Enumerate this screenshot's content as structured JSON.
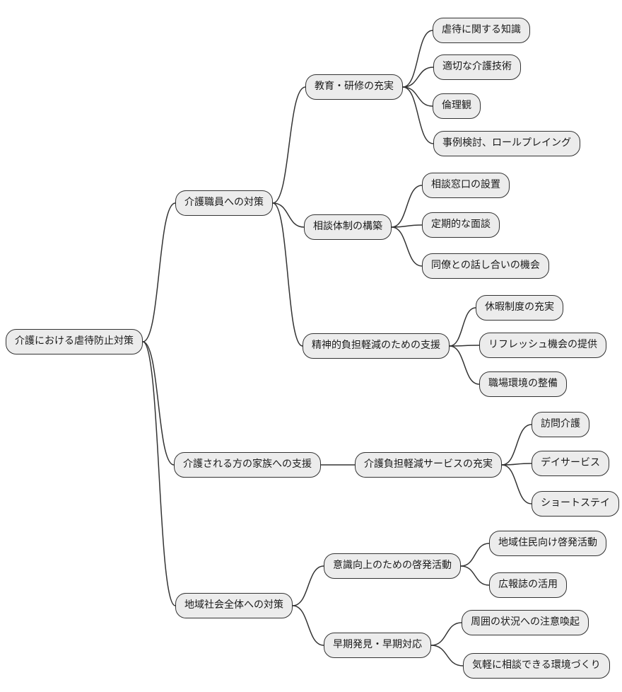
{
  "diagram": {
    "type": "mindmap",
    "background_color": "#ffffff",
    "node_fill_color": "#ececec",
    "node_border_color": "#333333",
    "edge_color": "#333333"
  },
  "nodes": {
    "root": {
      "label": "介護における虐待防止対策"
    },
    "staff": {
      "label": "介護職員への対策"
    },
    "education": {
      "label": "教育・研修の充実"
    },
    "knowledge": {
      "label": "虐待に関する知識"
    },
    "skills": {
      "label": "適切な介護技術"
    },
    "ethics": {
      "label": "倫理観"
    },
    "case_study": {
      "label": "事例検討、ロールプレイング"
    },
    "consult": {
      "label": "相談体制の構築"
    },
    "consult_desk": {
      "label": "相談窓口の設置"
    },
    "interviews": {
      "label": "定期的な面談"
    },
    "peer_talk": {
      "label": "同僚との話し合いの機会"
    },
    "mental": {
      "label": "精神的負担軽減のための支援"
    },
    "leave": {
      "label": "休暇制度の充実"
    },
    "refresh": {
      "label": "リフレッシュ機会の提供"
    },
    "workplace": {
      "label": "職場環境の整備"
    },
    "family": {
      "label": "介護される方の家族への支援"
    },
    "service": {
      "label": "介護負担軽減サービスの充実"
    },
    "visit": {
      "label": "訪問介護"
    },
    "dayservice": {
      "label": "デイサービス"
    },
    "shortstay": {
      "label": "ショートステイ"
    },
    "community": {
      "label": "地域社会全体への対策"
    },
    "awareness": {
      "label": "意識向上のための啓発活動"
    },
    "resident_awareness": {
      "label": "地域住民向け啓発活動"
    },
    "pr_magazine": {
      "label": "広報誌の活用"
    },
    "early": {
      "label": "早期発見・早期対応"
    },
    "attention": {
      "label": "周囲の状況への注意喚起"
    },
    "easy_consult": {
      "label": "気軽に相談できる環境づくり"
    }
  },
  "hierarchy": {
    "root": [
      "staff",
      "family",
      "community"
    ],
    "staff": [
      "education",
      "consult",
      "mental"
    ],
    "education": [
      "knowledge",
      "skills",
      "ethics",
      "case_study"
    ],
    "consult": [
      "consult_desk",
      "interviews",
      "peer_talk"
    ],
    "mental": [
      "leave",
      "refresh",
      "workplace"
    ],
    "family": [
      "service"
    ],
    "service": [
      "visit",
      "dayservice",
      "shortstay"
    ],
    "community": [
      "awareness",
      "early"
    ],
    "awareness": [
      "resident_awareness",
      "pr_magazine"
    ],
    "early": [
      "attention",
      "easy_consult"
    ]
  }
}
